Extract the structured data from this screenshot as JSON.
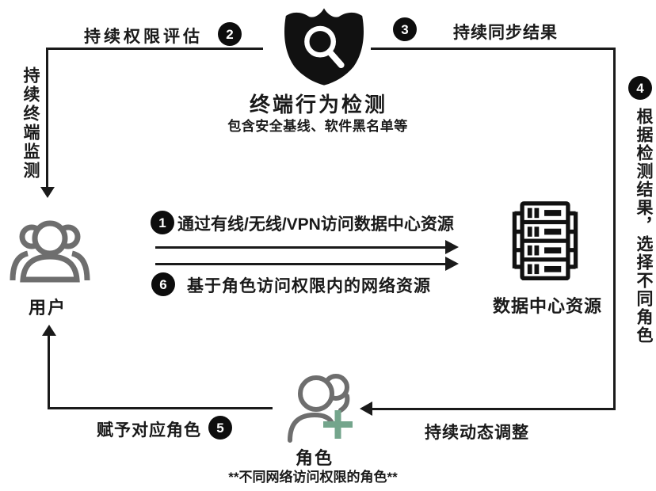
{
  "colors": {
    "line": "#1a1a1a",
    "text": "#1a1a1a",
    "badge_bg": "#0d0d0d",
    "badge_fg": "#ffffff",
    "icon_gray": "#6e6e6e",
    "icon_black": "#111111",
    "plus_green": "#74a58c",
    "bg": "#ffffff"
  },
  "nodes": {
    "detector": {
      "title": "终端行为检测",
      "subtitle": "包含安全基线、软件黑名单等",
      "icon": "shield-magnifier-icon"
    },
    "user": {
      "label": "用户",
      "icon": "user-group-icon"
    },
    "datacenter": {
      "label": "数据中心资源",
      "icon": "server-rack-icon"
    },
    "role": {
      "title": "角色",
      "subtitle": "**不同网络访问权限的角色**",
      "icon": "person-add-icon"
    }
  },
  "edges": {
    "continuous_permission_evaluation": {
      "badge": "2",
      "label": "持续权限评估"
    },
    "continuous_sync_results": {
      "badge": "3",
      "label": "持续同步结果"
    },
    "continuous_terminal_monitoring": {
      "label": "持续终端监测"
    },
    "select_role_by_detection": {
      "badge": "4",
      "label": "根据检测结果，选择不同角色"
    },
    "access_via_wired_wireless_vpn": {
      "badge": "1",
      "label": "通过有线/无线/VPN访问数据中心资源"
    },
    "role_based_access": {
      "badge": "6",
      "label": "基于角色访问权限内的网络资源"
    },
    "assign_role": {
      "badge": "5",
      "label": "赋予对应角色"
    },
    "continuous_dynamic_adjustment": {
      "label": "持续动态调整"
    }
  }
}
